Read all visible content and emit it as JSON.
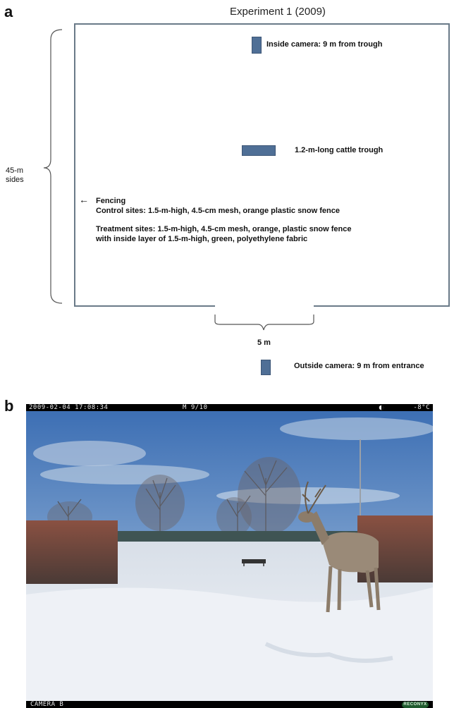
{
  "panel_a": {
    "letter": "a",
    "title": "Experiment 1 (2009)",
    "side_label_line1": "45-m",
    "side_label_line2": "sides",
    "inside_camera": "Inside camera:  9 m from trough",
    "trough": "1.2-m-long cattle trough",
    "fencing_title": "Fencing",
    "fencing_arrow": "←",
    "control_sites": "Control sites:  1.5-m-high, 4.5-cm mesh, orange plastic snow fence",
    "treatment_line1": "Treatment sites: 1.5-m-high, 4.5-cm mesh, orange, plastic snow fence",
    "treatment_line2": "with inside layer of 1.5-m-high, green, polyethylene fabric",
    "entrance_label": "5 m",
    "outside_camera": "Outside camera:  9 m from entrance",
    "colors": {
      "outline": "#6a7a88",
      "marker": "#4f6f96"
    }
  },
  "panel_b": {
    "letter": "b",
    "timestamp": "2009-02-04 17:08:34",
    "frame": "M 9/10",
    "moon_icon": "moon-phase-icon",
    "temperature": "-8°C",
    "camera_name": "CAMERA B",
    "brand_logo": "RECONYX"
  }
}
